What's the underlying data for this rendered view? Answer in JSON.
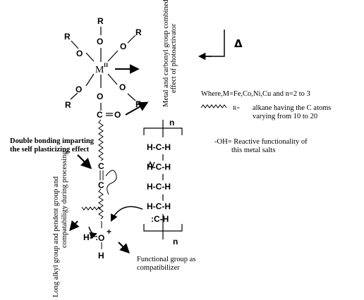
{
  "metal": {
    "symbol": "M",
    "charge_superscript": "II"
  },
  "ligands": {
    "r_label": "R",
    "o_label": "O",
    "carbonyl_carbon": "C",
    "carbonyl_o": "O",
    "alkene_c_upper": "C",
    "alkene_c_lower": "C",
    "hydroxyl_o": "O",
    "hydroxyl_h_left": "H-",
    "hydroxyl_h_bottom": "H",
    "plus": "+",
    "lone_pair": ":"
  },
  "delta_symbol": "Δ",
  "labels": {
    "metal_carbonyl_line1": "Metal and carbonyl group combined",
    "metal_carbonyl_line2": "effect of photoactivator",
    "where_line": "Where,M=Fe,Co,Ni,Cu and n=2 to 3",
    "r_def_suffix": "R=",
    "alkane_line1": "alkane having the C atoms",
    "alkane_line2": "varying from 10 to 20",
    "oh_line1": "-OH= Reactive functionality of",
    "oh_line2": "this metal salts",
    "double_bond_line1": "Double bonding  imparting",
    "double_bond_line2": "the self plasticizing effect",
    "long_alkyl_line1": "Long alkyl group and pendent group and",
    "long_alkyl_line2": "compatabiligy during processing",
    "functional_line1": "Functional group as",
    "functional_line2": "compatibilizer"
  },
  "polymer": {
    "n_top": "n",
    "n_bottom": "n",
    "rows": [
      "H-C-H",
      "H-C-H",
      "H-C-H",
      "H-C-H",
      ":C-H"
    ]
  }
}
